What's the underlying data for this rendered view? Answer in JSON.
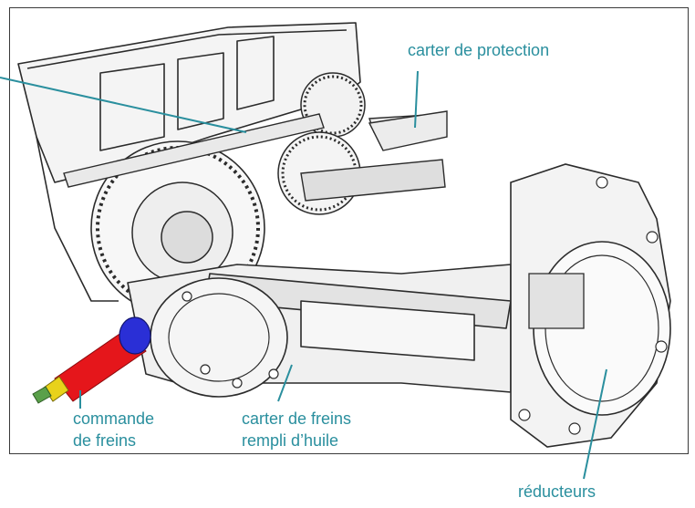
{
  "labels": {
    "carter_protection": "carter de protection",
    "commande_freins_1": "commande",
    "commande_freins_2": "de freins",
    "carter_freins_1": "carter de freins",
    "carter_freins_2": "rempli d’huile",
    "reducteurs": "réducteurs"
  },
  "colors": {
    "label": "#2a8f9e",
    "leader": "#2a8f9e",
    "ink": "#2b2b2b",
    "brake_rod": "#e5161b",
    "brake_cap": "#2a2fd6",
    "rod_tip": "#e8d21a",
    "rod_end": "#5aa04a"
  }
}
